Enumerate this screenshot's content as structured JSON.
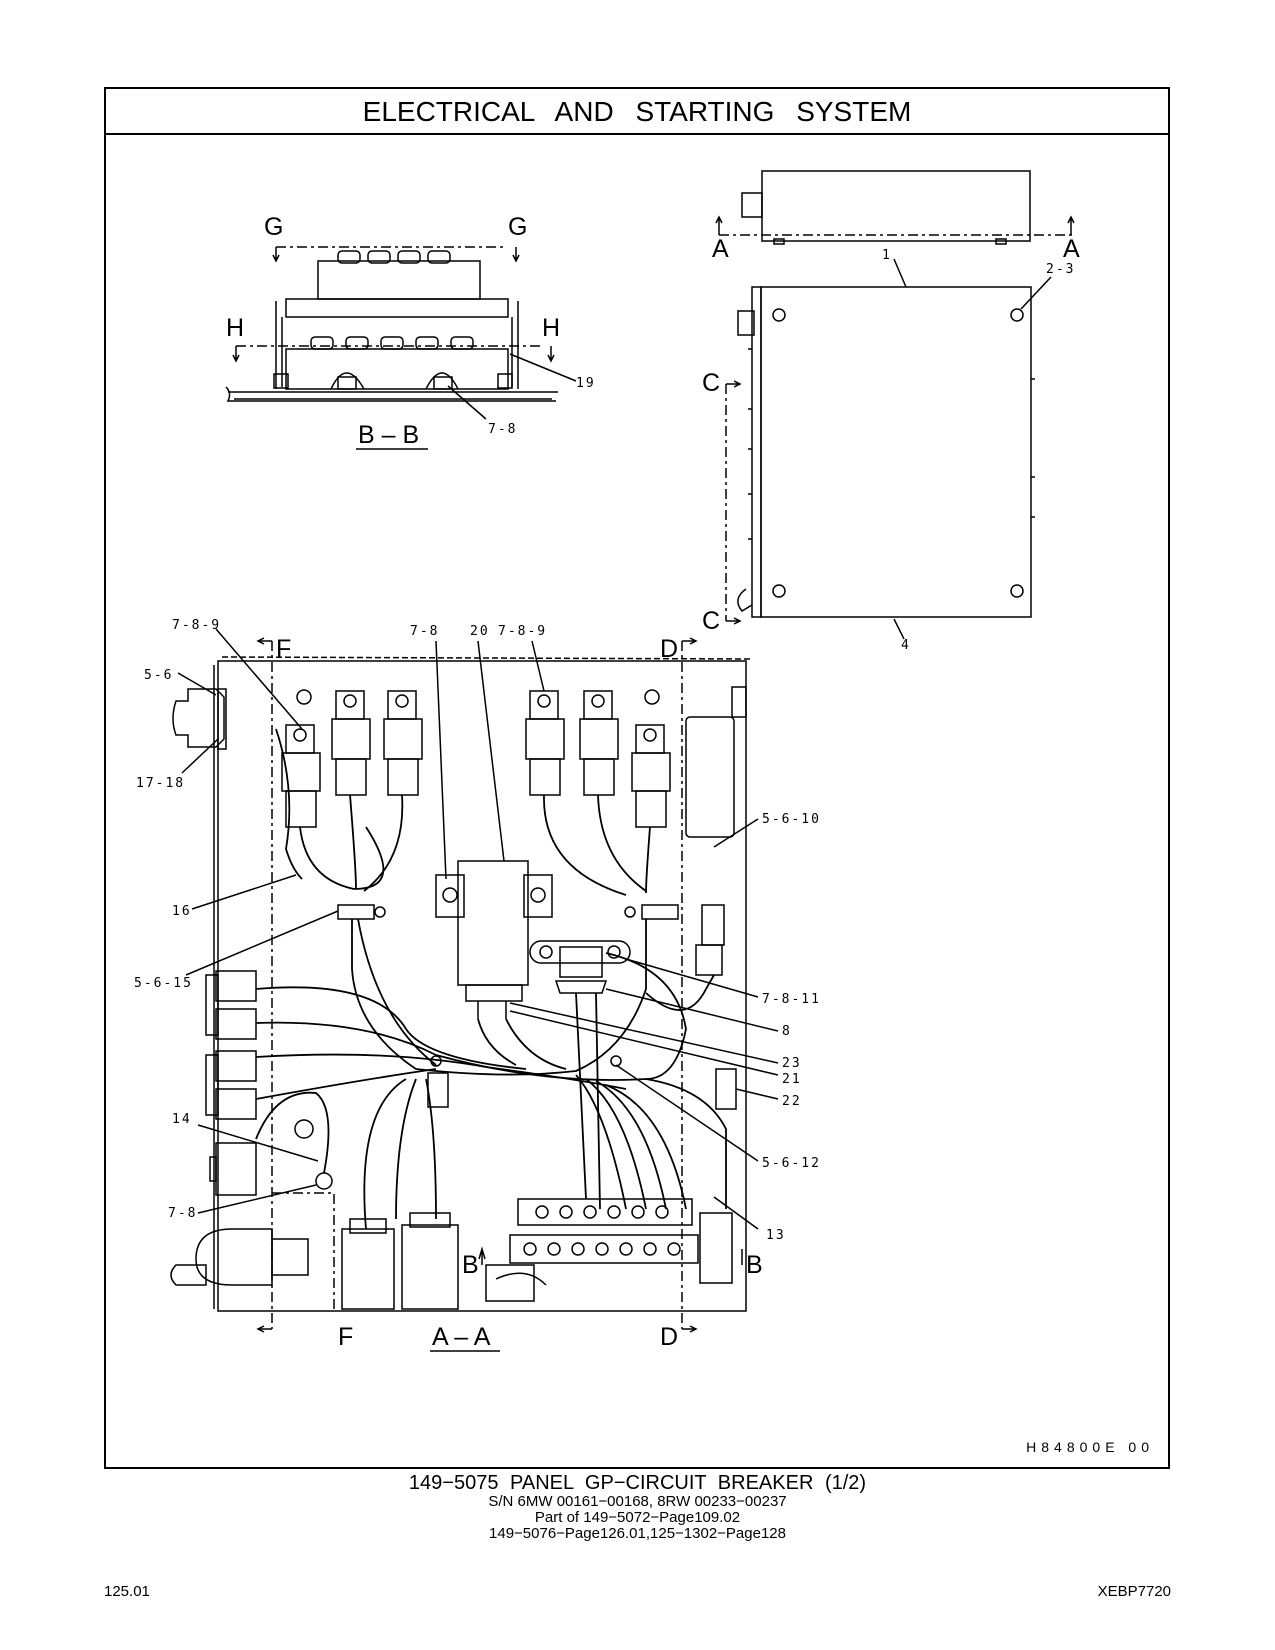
{
  "header": {
    "title": "ELECTRICAL AND STARTING SYSTEM"
  },
  "diagram": {
    "section_markers": {
      "g": "G",
      "h": "H",
      "a": "A",
      "c": "C",
      "f": "F",
      "d": "D",
      "b": "B"
    },
    "view_titles": {
      "bb": "B – B",
      "aa": "A – A"
    },
    "callouts": {
      "c1": "1",
      "c2_3": "2-3",
      "c4": "4",
      "c19": "19",
      "c7_8_top": "7-8",
      "c7_8_9_left": "7-8-9",
      "c7_8_mid": "7-8",
      "c20": "20",
      "c7_8_9_right": "7-8-9",
      "c5_6": "5-6",
      "c17_18": "17-18",
      "c5_6_10": "5-6-10",
      "c16": "16",
      "c5_6_15": "5-6-15",
      "c7_8_11": "7-8-11",
      "c8": "8",
      "c23": "23",
      "c21": "21",
      "c22": "22",
      "c14": "14",
      "c5_6_12": "5-6-12",
      "c7_8_bottom": "7-8",
      "c13": "13"
    },
    "drawing_code": "H84800E     00"
  },
  "caption": {
    "part_title": "149−5075  PANEL GP−CIRCUIT BREAKER (1/2)",
    "serial_numbers": "S/N 6MW 00161−00168, 8RW 00233−00237",
    "part_of": "Part of 149−5072−Page109.02",
    "references": "149−5076−Page126.01,125−1302−Page128"
  },
  "footer": {
    "page_number": "125.01",
    "document_number": "XEBP7720"
  }
}
